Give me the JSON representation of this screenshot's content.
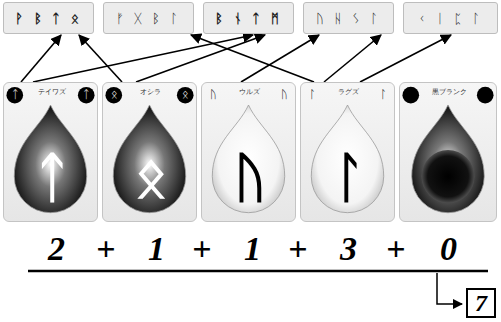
{
  "diagram": {
    "nodes": [
      {
        "text": [
          "ᚹ ᛒ ᛏ ᛟ"
        ]
      },
      {
        "text": [
          "ᚠ ᚷ ᛒ ᛚ"
        ]
      },
      {
        "text": [
          "ᛒ ᚾ ᛏ ᛗ"
        ]
      },
      {
        "text": [
          "ᚢ ᚺ ᛊ ᛚ"
        ]
      },
      {
        "text": [
          "ᚲ ᛁ ᛈ ᛚ"
        ]
      },
      {
        "text": [
          "テイワズ",
          "ᛏ",
          "ᛏ",
          "ᛏ"
        ]
      },
      {
        "text": [
          "オシラ",
          "ᛟ",
          "ᛟ",
          "ᛟ"
        ]
      },
      {
        "text": [
          "ウルズ",
          "ᚢ",
          "ᚢ",
          "ᚢ"
        ]
      },
      {
        "text": [
          "ラグズ",
          "ᛚ",
          "ᛚ",
          "ᛚ"
        ]
      },
      {
        "text": [
          "黒ブランク"
        ]
      },
      {
        "text": [
          "7"
        ]
      }
    ],
    "edges": [
      {
        "from": 5,
        "to": 0,
        "arrow": "to"
      },
      {
        "from": 5,
        "to": 2,
        "arrow": "to"
      },
      {
        "from": 6,
        "to": 0,
        "arrow": "to"
      },
      {
        "from": 6,
        "to": 2,
        "arrow": "to"
      },
      {
        "from": 7,
        "to": 3,
        "arrow": "to"
      },
      {
        "from": 8,
        "to": 1,
        "arrow": "to"
      },
      {
        "from": 8,
        "to": 3,
        "arrow": "to"
      },
      {
        "from": 8,
        "to": 4,
        "arrow": "to"
      }
    ],
    "labels": [
      "2",
      "+",
      "1",
      "+",
      "1",
      "+",
      "3",
      "+",
      "0"
    ]
  }
}
